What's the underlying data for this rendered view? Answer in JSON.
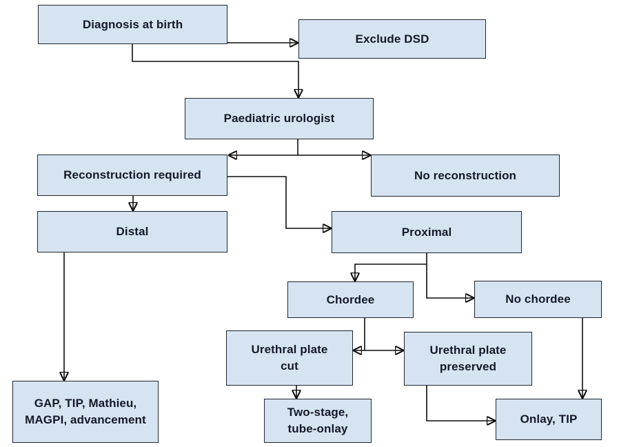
{
  "figure": {
    "type": "flowchart",
    "description": "Management algorithm flowchart from diagnosis at birth to surgical options"
  },
  "colors": {
    "node_fill": "#d6e4f1",
    "node_border": "#20242c",
    "label_text": "#14182b",
    "connector_line": "#0c0c0c",
    "background": "#ffffff"
  },
  "nodes": {
    "diagnosis_at_birth": {
      "label": "Diagnosis at birth"
    },
    "exclude_dsd": {
      "label": "Exclude DSD"
    },
    "paediatric_urologist": {
      "label": "Paediatric urologist"
    },
    "reconstruction_required": {
      "label": "Reconstruction required"
    },
    "no_reconstruction": {
      "label": "No reconstruction"
    },
    "distal": {
      "label": "Distal"
    },
    "proximal": {
      "label": "Proximal"
    },
    "chordee": {
      "label": "Chordee"
    },
    "no_chordee": {
      "label": "No chordee"
    },
    "urethral_plate_cut": {
      "label": "Urethral plate\ncut"
    },
    "urethral_plate_preserved": {
      "label": "Urethral plate\npreserved"
    },
    "two_stage_tube_onlay": {
      "label": "Two-stage,\ntube-onlay"
    },
    "onlay_tip": {
      "label": "Onlay, TIP"
    },
    "distal_procedures": {
      "label": "GAP, TIP, Mathieu,\nMAGPI, advancement"
    }
  },
  "edges": [
    {
      "from": "diagnosis_at_birth",
      "to": "exclude_dsd"
    },
    {
      "from": "diagnosis_at_birth",
      "to": "paediatric_urologist"
    },
    {
      "from": "paediatric_urologist",
      "to": "reconstruction_required"
    },
    {
      "from": "paediatric_urologist",
      "to": "no_reconstruction"
    },
    {
      "from": "reconstruction_required",
      "to": "distal"
    },
    {
      "from": "reconstruction_required",
      "to": "proximal"
    },
    {
      "from": "distal",
      "to": "distal_procedures"
    },
    {
      "from": "proximal",
      "to": "chordee"
    },
    {
      "from": "proximal",
      "to": "no_chordee"
    },
    {
      "from": "chordee",
      "to": "urethral_plate_cut"
    },
    {
      "from": "chordee",
      "to": "urethral_plate_preserved"
    },
    {
      "from": "urethral_plate_cut",
      "to": "two_stage_tube_onlay"
    },
    {
      "from": "urethral_plate_preserved",
      "to": "onlay_tip"
    },
    {
      "from": "no_chordee",
      "to": "onlay_tip"
    }
  ]
}
